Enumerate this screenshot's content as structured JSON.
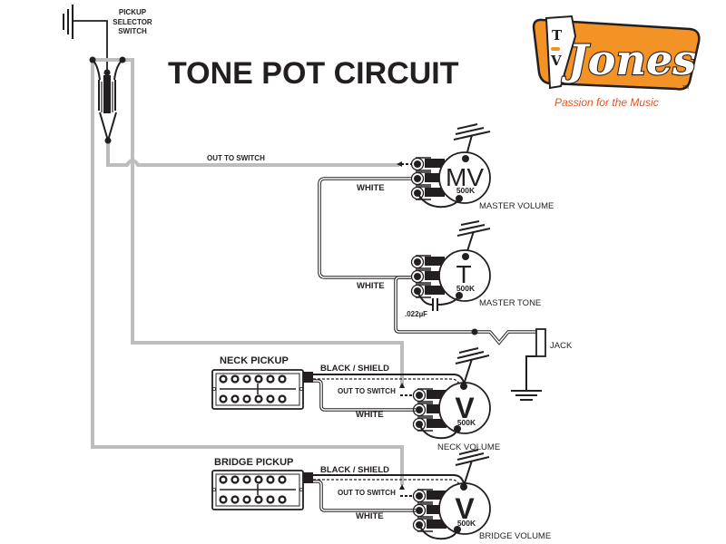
{
  "title": "TONE POT CIRCUIT",
  "brand": {
    "logo_text": "Jones",
    "logo_initials": "TV",
    "tagline": "Passion for the Music",
    "trademark": "TM",
    "accent_color": "#f39325",
    "tagline_color": "#e8511e"
  },
  "switch": {
    "label_line1": "PICKUP",
    "label_line2": "SELECTOR",
    "label_line3": "SWITCH"
  },
  "wires": {
    "out_to_switch_top": "OUT TO SWITCH",
    "white_mv": "WHITE",
    "white_tone": "WHITE",
    "capacitor": ".022µF"
  },
  "pots": {
    "master_volume": {
      "symbol": "MV",
      "value": "500K",
      "label": "MASTER VOLUME"
    },
    "master_tone": {
      "symbol": "T",
      "value": "500K",
      "label": "MASTER TONE"
    },
    "neck_volume": {
      "symbol": "V",
      "value": "500K",
      "label": "NECK VOLUME"
    },
    "bridge_volume": {
      "symbol": "V",
      "value": "500K",
      "label": "BRIDGE VOLUME"
    }
  },
  "jack": {
    "label": "JACK"
  },
  "neck_pickup": {
    "title": "NECK PICKUP",
    "black_shield": "BLACK / SHIELD",
    "out_to_switch": "OUT TO SWITCH",
    "white": "WHITE"
  },
  "bridge_pickup": {
    "title": "BRIDGE PICKUP",
    "black_shield": "BLACK / SHIELD",
    "out_to_switch": "OUT TO SWITCH",
    "white": "WHITE"
  }
}
